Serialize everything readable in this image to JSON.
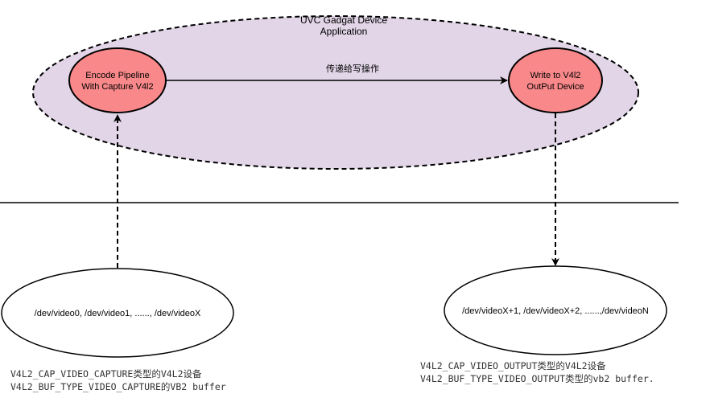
{
  "app": {
    "title_line1": "UVC Gadgat Device",
    "title_line2": "Application"
  },
  "nodes": {
    "encode": {
      "line1": "Encode Pipeline",
      "line2": "With Capture V4l2"
    },
    "write": {
      "line1": "Write to V4l2",
      "line2": "OutPut Device"
    },
    "capture_devices": {
      "label": "/dev/video0, /dev/video1,  ......, /dev/videoX"
    },
    "output_devices": {
      "label": "/dev/videoX+1, /dev/videoX+2,  ......,/dev/videoN"
    }
  },
  "edges": {
    "pass_label": "传递给写操作"
  },
  "notes": {
    "capture_line1": "V4L2_CAP_VIDEO_CAPTURE类型的V4L2设备",
    "capture_line2": "V4L2_BUF_TYPE_VIDEO_CAPTURE的VB2 buffer",
    "output_line1": "V4L2_CAP_VIDEO_OUTPUT类型的V4L2设备",
    "output_line2": "V4L2_BUF_TYPE_VIDEO_OUTPUT类型的vb2 buffer."
  },
  "colors": {
    "app_fill": "#e1d5e7",
    "node_fill": "#f8888a",
    "stroke": "#000000"
  }
}
